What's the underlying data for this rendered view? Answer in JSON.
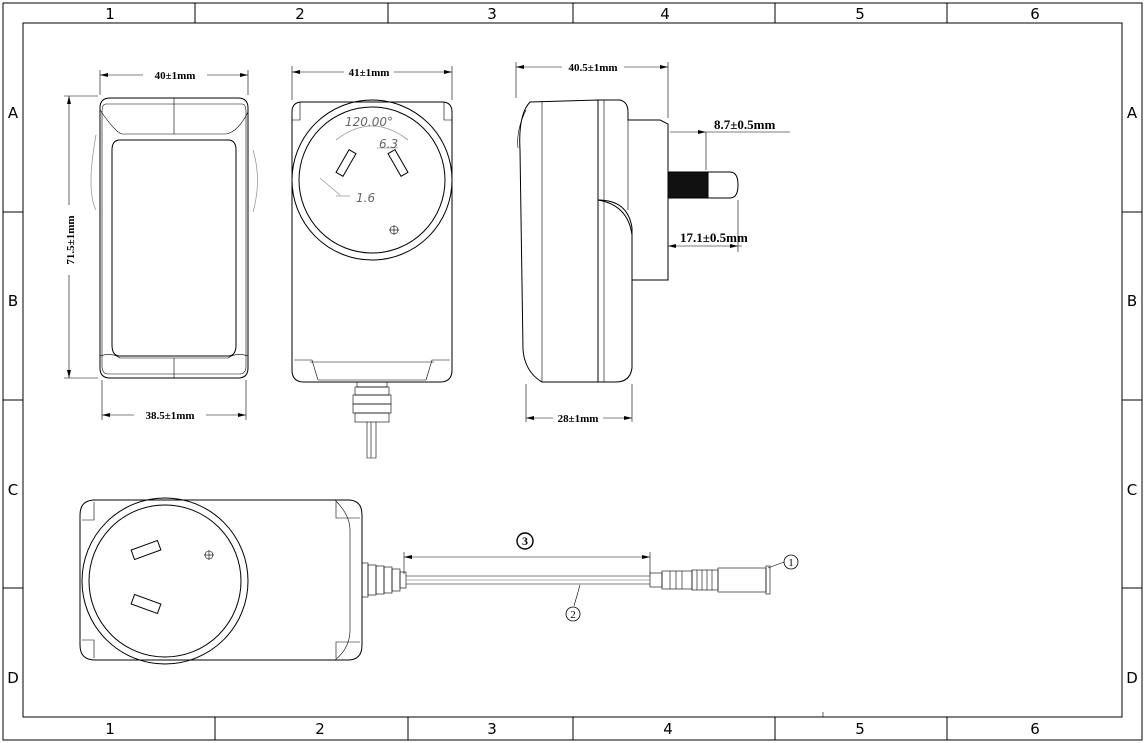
{
  "zones": {
    "columns": [
      "1",
      "2",
      "3",
      "4",
      "5",
      "6"
    ],
    "rows": [
      "A",
      "B",
      "C",
      "D"
    ]
  },
  "dimensions": {
    "front_width_top": "40±1mm",
    "front_height": "71.5±1mm",
    "front_width_bottom": "38.5±1mm",
    "plug_face_width": "41±1mm",
    "pin_angle": "120.00°",
    "pin_length": "6.3",
    "pin_thickness": "1.6",
    "side_depth_top": "40.5±1mm",
    "side_depth_bottom": "28±1mm",
    "pin_width": "8.7±0.5mm",
    "pin_protrusion": "17.1±0.5mm"
  },
  "callouts": {
    "connector": "1",
    "cable": "2",
    "cable_length": "3"
  }
}
